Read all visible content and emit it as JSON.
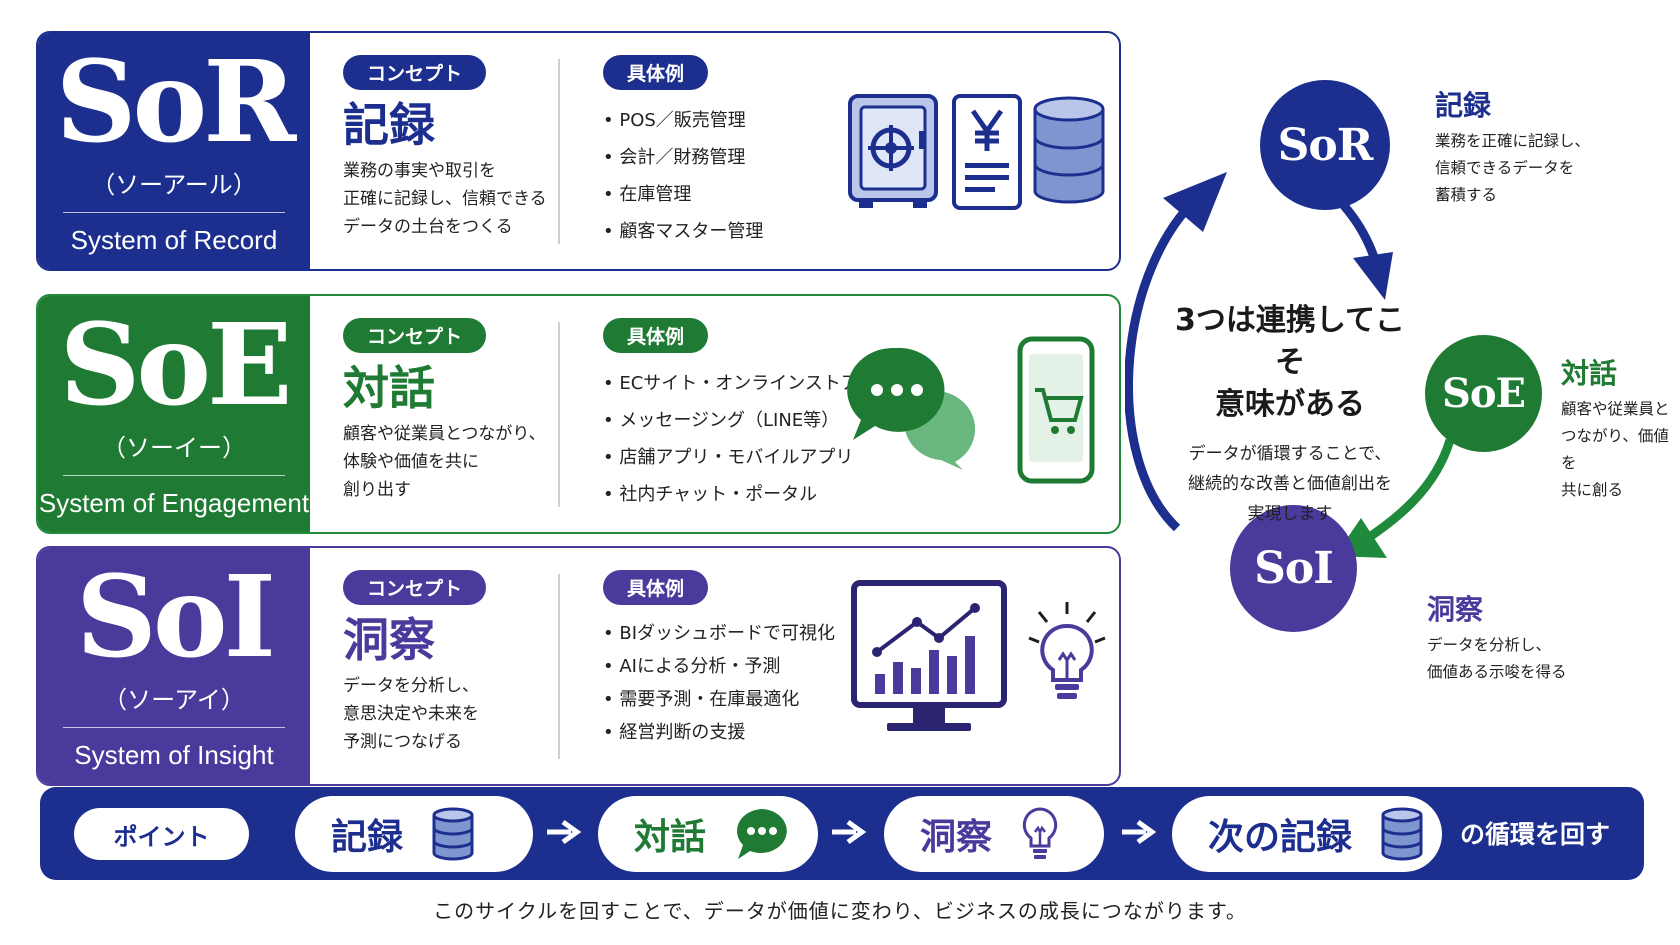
{
  "cards": [
    {
      "abbr": "SoR",
      "reading": "（ソーアール）",
      "full_name": "System of Record",
      "concept_label": "コンセプト",
      "keyword": "記録",
      "description": "業務の事実や取引を\n正確に記録し、信頼できる\nデータの土台をつくる",
      "examples_label": "具体例",
      "examples": [
        "POS／販売管理",
        "会計／財務管理",
        "在庫管理",
        "顧客マスター管理"
      ],
      "icons": [
        "safe-icon",
        "yen-receipt-icon",
        "database-icon"
      ],
      "color": "#1c2f8f"
    },
    {
      "abbr": "SoE",
      "reading": "（ソーイー）",
      "full_name": "System of Engagement",
      "concept_label": "コンセプト",
      "keyword": "対話",
      "description": "顧客や従業員とつながり、\n体験や価値を共に\n創り出す",
      "examples_label": "具体例",
      "examples": [
        "ECサイト・オンラインストア",
        "メッセージング（LINE等）",
        "店舗アプリ・モバイルアプリ",
        "社内チャット・ポータル"
      ],
      "icons": [
        "chat-bubbles-icon",
        "smartphone-cart-icon"
      ],
      "color": "#1f7a33"
    },
    {
      "abbr": "SoI",
      "reading": "（ソーアイ）",
      "full_name": "System of Insight",
      "concept_label": "コンセプト",
      "keyword": "洞察",
      "description": "データを分析し、\n意思決定や未来を\n予測につなげる",
      "examples_label": "具体例",
      "examples": [
        "BIダッシュボードで可視化",
        "AIによる分析・予測",
        "需要予測・在庫最適化",
        "経営判断の支援"
      ],
      "icons": [
        "monitor-chart-icon",
        "lightbulb-icon"
      ],
      "color": "#4a3a9c"
    }
  ],
  "cycle": {
    "center_title": "3つは連携してこそ\n意味がある",
    "center_text": "データが循環することで、\n継続的な改善と価値創出を\n実現します",
    "nodes": [
      {
        "abbr": "SoR",
        "title": "記録",
        "text": "業務を正確に記録し、\n信頼できるデータを\n蓄積する"
      },
      {
        "abbr": "SoE",
        "title": "対話",
        "text": "顧客や従業員と\nつながり、価値を\n共に創る"
      },
      {
        "abbr": "SoI",
        "title": "洞察",
        "text": "データを分析し、\n価値ある示唆を得る"
      }
    ]
  },
  "band": {
    "point_label": "ポイント",
    "steps": [
      "記録",
      "対話",
      "洞察",
      "次の記録"
    ],
    "tail": "の循環を回す"
  },
  "footer": "このサイクルを回すことで、データが価値に変わり、ビジネスの成長につながります。"
}
